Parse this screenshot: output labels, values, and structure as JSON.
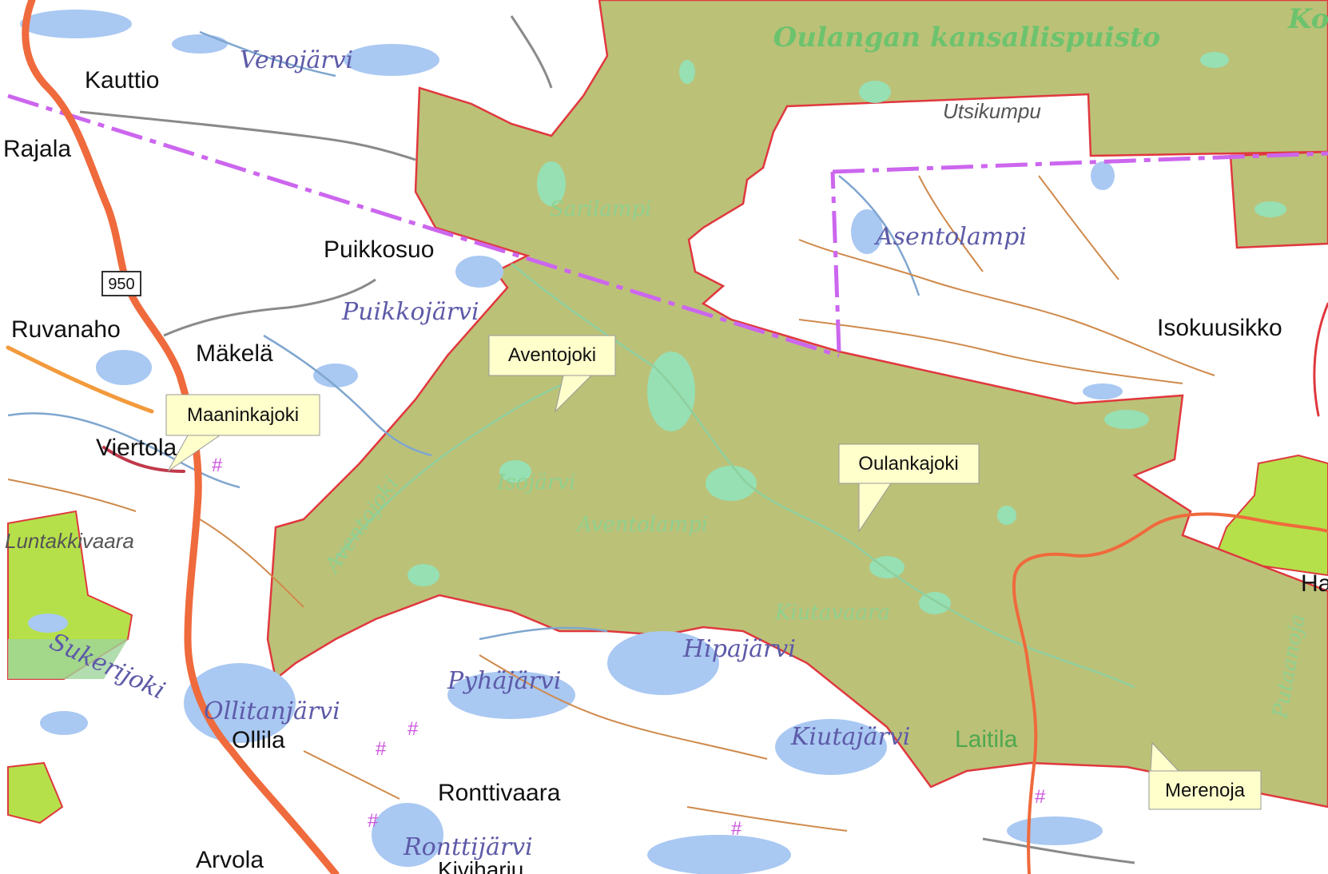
{
  "map": {
    "colors": {
      "background": "#ffffff",
      "protected_area": "#bcc178",
      "protected_border": "#e0383e",
      "water": "#a9c8f2",
      "water_in_park": "#96e0b4",
      "road_main": "#ef6a3c",
      "road_secondary": "#cf8a4c",
      "boundary": "#cc66ee",
      "nature_reserve": "#b6e04a"
    },
    "park_label": "Oulangan kansallispuisto",
    "corner_label": "Kol",
    "road_number": "950",
    "places": {
      "kauttio": "Kauttio",
      "rajala": "Rajala",
      "puikkosuo": "Puikkosuo",
      "ruvanaho": "Ruvanaho",
      "makela": "Mäkelä",
      "viertola": "Viertola",
      "ollila": "Ollila",
      "ronttivaara": "Ronttivaara",
      "arvola": "Arvola",
      "isokuusikko": "Isokuusikko",
      "kivihariu": "Kivihariu",
      "ha": "Ha"
    },
    "terrain": {
      "utsikumpu": "Utsikumpu",
      "luntakkivaara": "Luntakkivaara"
    },
    "waters": {
      "venojarvi": "Venojärvi",
      "puikkojarvi": "Puikkojärvi",
      "asentolampi": "Asentolampi",
      "ollitanjarvi": "Ollitanjärvi",
      "pyhajarvi": "Pyhäjärvi",
      "hipajarvi": "Hipajärvi",
      "kiutajarvi": "Kiutajärvi",
      "ronttijarvi": "Ronttijärvi",
      "sukerijoki": "Sukerijoki"
    },
    "park_features": {
      "sarilampi": "Sarilampi",
      "isojarvi": "Isojärvi",
      "aventolampi": "Aventolampi",
      "aventojoki_river": "Aventojoki",
      "kiutavaara": "Kiutavaara",
      "laitila": "Laitila",
      "putaanoja": "Putaanoja"
    },
    "callouts": {
      "aventojoki": "Aventojoki",
      "maaninkajoki": "Maaninkajoki",
      "oulankajoki": "Oulankajoki",
      "merenoja": "Merenoja"
    }
  }
}
